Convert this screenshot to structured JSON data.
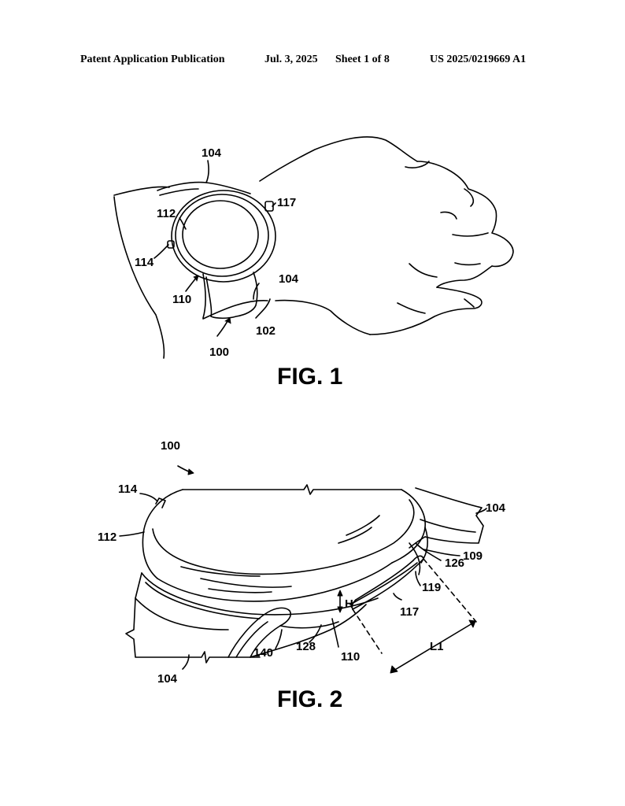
{
  "header": {
    "publication": "Patent Application Publication",
    "date": "Jul. 3, 2025",
    "sheet": "Sheet 1 of 8",
    "number": "US 2025/0219669 A1"
  },
  "fig1": {
    "label": "FIG. 1",
    "refs": {
      "r104_top": "104",
      "r117": "117",
      "r112": "112",
      "r114": "114",
      "r110": "110",
      "r104_bottom": "104",
      "r102": "102",
      "r100": "100"
    }
  },
  "fig2": {
    "label": "FIG. 2",
    "refs": {
      "r100": "100",
      "r114": "114",
      "r112": "112",
      "r104_right": "104",
      "r109": "109",
      "r126": "126",
      "r119": "119",
      "rH": "H",
      "r117": "117",
      "r110": "110",
      "r128": "128",
      "r140": "140",
      "r104_bottom": "104",
      "rL1": "L1"
    }
  }
}
